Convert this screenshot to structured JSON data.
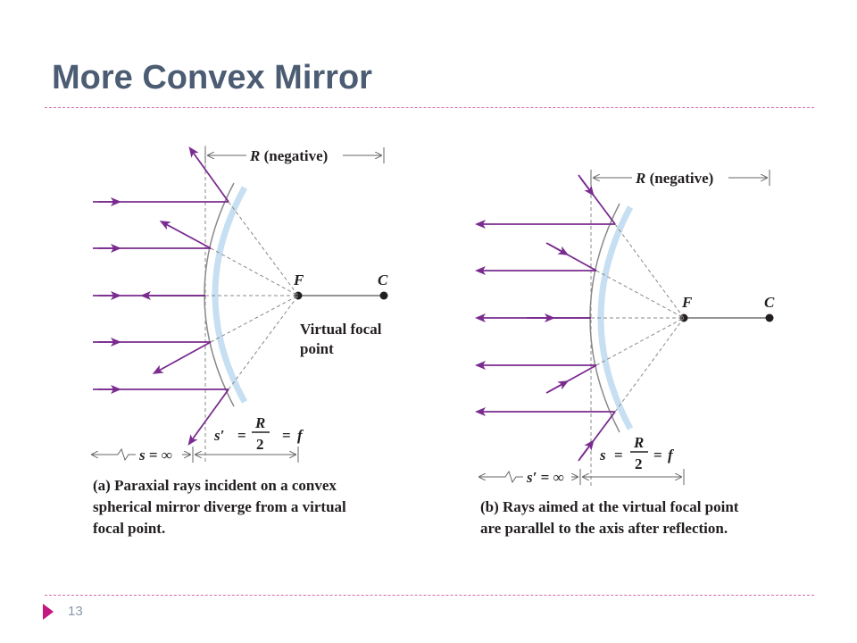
{
  "slide": {
    "title": "More Convex Mirror",
    "page_number": "13"
  },
  "panel_a": {
    "r_var": "R",
    "r_note": "(negative)",
    "focal_label": "F",
    "center_label": "C",
    "virtual_focal_line1": "Virtual focal",
    "virtual_focal_line2": "point",
    "s_var": "s",
    "s_eq": "= ∞",
    "s_prime_var": "s′",
    "eq1": "=",
    "frac_num": "R",
    "frac_den": "2",
    "eq2": "=",
    "f_var": "f",
    "caption_tag": "(a)",
    "caption_line1": "Paraxial rays incident on a convex",
    "caption_line2": "spherical mirror diverge from a virtual",
    "caption_line3": "focal point."
  },
  "panel_b": {
    "r_var": "R",
    "r_note": "(negative)",
    "focal_label": "F",
    "center_label": "C",
    "s_prime_var": "s′",
    "s_prime_eq": "= ∞",
    "s_var": "s",
    "eq1": "=",
    "frac_num": "R",
    "frac_den": "2",
    "eq2": "=",
    "f_var": "f",
    "caption_tag": "(b)",
    "caption_line1": "Rays aimed at the virtual focal point",
    "caption_line2": "are parallel to the axis after reflection."
  },
  "colors": {
    "title": "#4c5c72",
    "ray": "#7a2b8f",
    "mirror_coating": "#c7dff2",
    "rule": "#d46ea8",
    "footer_arrow": "#c2187f"
  }
}
